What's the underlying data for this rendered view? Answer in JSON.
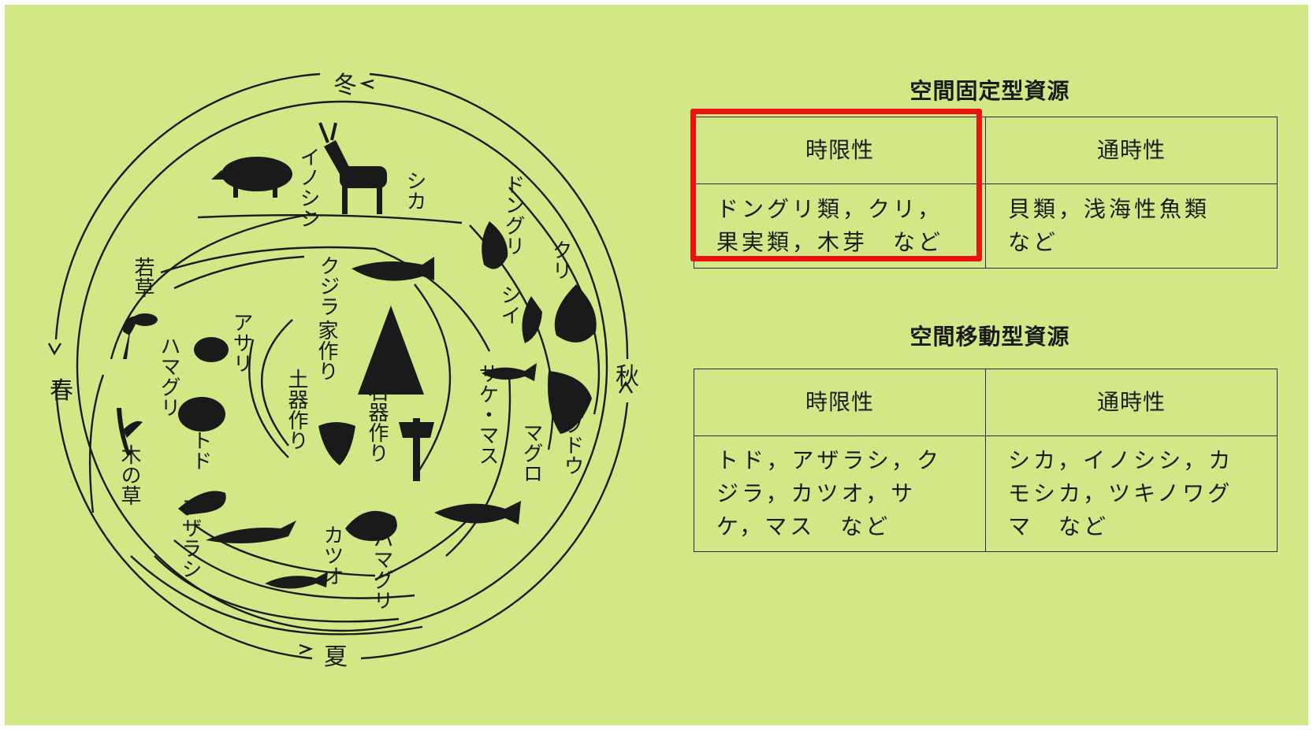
{
  "calendar": {
    "seasons": {
      "winter": "冬",
      "spring": "春",
      "summer": "夏",
      "autumn": "秋"
    },
    "labels": [
      {
        "id": "inoshishi",
        "text": "イノシシ"
      },
      {
        "id": "shika",
        "text": "シカ"
      },
      {
        "id": "donguri",
        "text": "ドングリ"
      },
      {
        "id": "kuri",
        "text": "クリ"
      },
      {
        "id": "shii",
        "text": "シイ"
      },
      {
        "id": "budou",
        "text": "ブドウ"
      },
      {
        "id": "maguro",
        "text": "マグロ"
      },
      {
        "id": "sake-masu",
        "text": "サケ・マス"
      },
      {
        "id": "kujira",
        "text": "クジラ"
      },
      {
        "id": "ie-zukuri",
        "text": "家作り"
      },
      {
        "id": "doki-zukuri",
        "text": "土器作り"
      },
      {
        "id": "sekki-zukuri",
        "text": "石器作り"
      },
      {
        "id": "wakakusa",
        "text": "若草"
      },
      {
        "id": "asari",
        "text": "アサリ"
      },
      {
        "id": "hamaguri-left",
        "text": "ハマグリ"
      },
      {
        "id": "todo",
        "text": "トド"
      },
      {
        "id": "konokusa",
        "text": "木の草"
      },
      {
        "id": "azarashi",
        "text": "アザラシ"
      },
      {
        "id": "katsuo",
        "text": "カツオ"
      },
      {
        "id": "hamaguri-bottom",
        "text": "ハマグリ"
      }
    ]
  },
  "fixed_table": {
    "title": "空間固定型資源",
    "col1_header": "時限性",
    "col2_header": "通時性",
    "col1_body": "ドングリ類，クリ，果実類，木芽　など",
    "col2_body": "貝類，浅海性魚類　など"
  },
  "mobile_table": {
    "title": "空間移動型資源",
    "col1_header": "時限性",
    "col2_header": "通時性",
    "col1_body": "トド，アザラシ，クジラ，カツオ，サケ，マス　など",
    "col2_body": "シカ，イノシシ，カモシカ，ツキノワグマ　など"
  },
  "colors": {
    "background": "#d2e886",
    "ink": "#1a1a1a",
    "highlight": "#ee1111"
  }
}
